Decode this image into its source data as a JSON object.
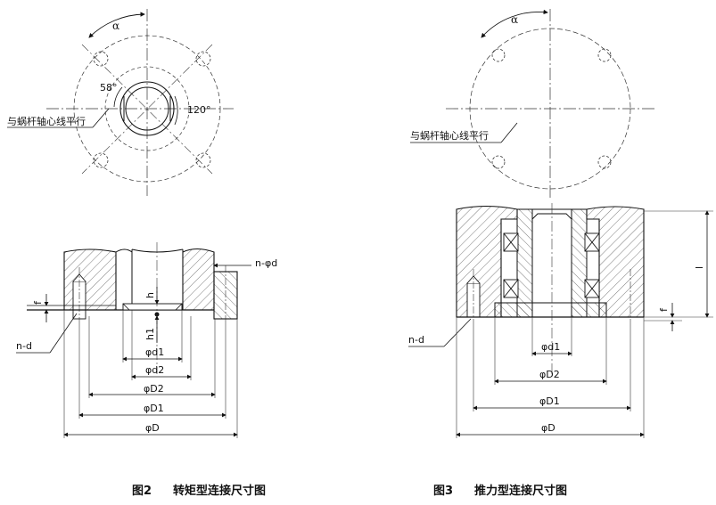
{
  "fig2": {
    "angle_alpha": "α",
    "angle_58": "58°",
    "angle_120": "120°",
    "parallel_note": "与蜗杆轴心线平行",
    "hole_label": "n-φd",
    "f": "f",
    "h": "h",
    "h1": "h1",
    "thread_label": "n-d",
    "dims": [
      "φd1",
      "φd2",
      "φD2",
      "φD1",
      "φD"
    ],
    "caption_num": "图2",
    "caption_text": "转矩型连接尺寸图"
  },
  "fig3": {
    "angle_alpha": "α",
    "parallel_note": "与蜗杆轴心线平行",
    "l": "l",
    "f": "f",
    "thread_label": "n-d",
    "dims": [
      "φd1",
      "φD2",
      "φD1",
      "φD"
    ],
    "caption_num": "图3",
    "caption_text": "推力型连接尺寸图"
  }
}
